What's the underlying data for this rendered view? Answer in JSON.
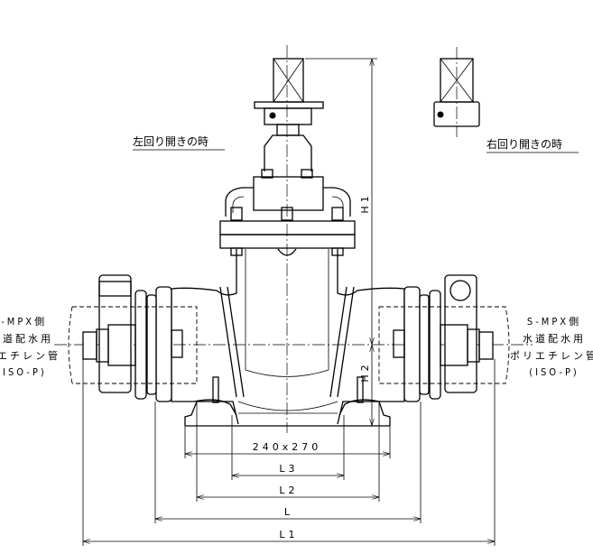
{
  "captions": {
    "left_turn_open": "左回り開きの時",
    "right_turn_open": "右回り開きの時"
  },
  "pipe_labels": {
    "left": [
      "S-MPX側",
      "水道配水用",
      "ポリエチレン管",
      "(ISO-P)"
    ],
    "right": [
      "S-MPX側",
      "水道配水用",
      "ポリエチレン管",
      "(ISO-P)"
    ]
  },
  "dimensions": {
    "base": "240x270",
    "l3": "L3",
    "l2": "L2",
    "l": "L",
    "l1": "L1",
    "h1": "H1",
    "h2": "H2"
  }
}
